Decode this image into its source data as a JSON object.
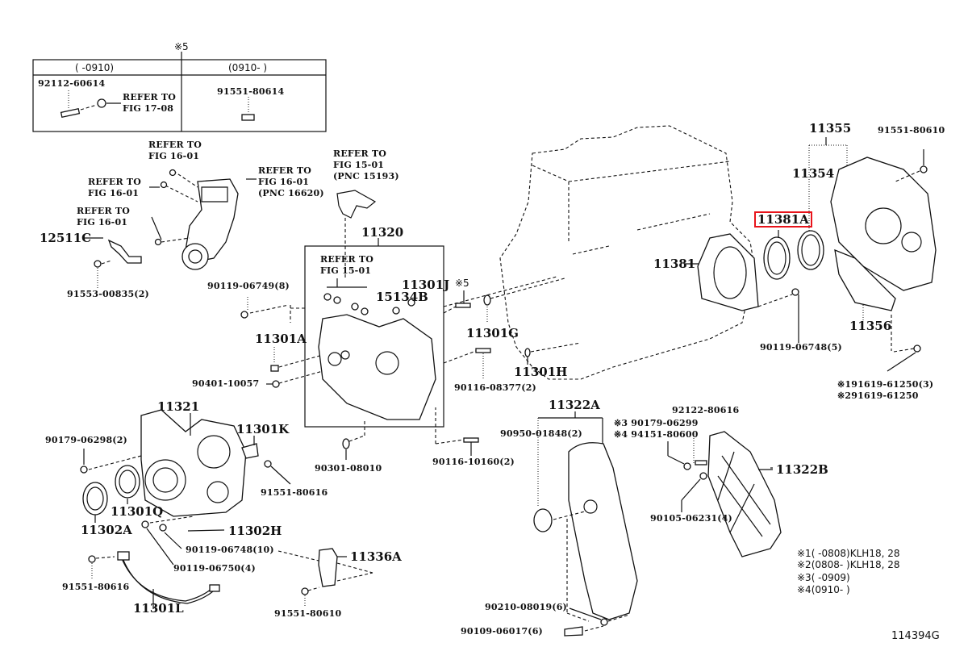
{
  "diagram": {
    "id": "114394G",
    "highlight_color": "#e8141b",
    "top_table": {
      "marker": "※5",
      "columns": [
        {
          "header": "(      -0910)",
          "part": "92112-60614",
          "ref_line1": "REFER TO",
          "ref_line2": "FIG 17-08"
        },
        {
          "header": "(0910-      )",
          "part": "91551-80614"
        }
      ]
    },
    "refs": {
      "fig1601_a": [
        "REFER TO",
        "FIG 16-01"
      ],
      "fig1601_b": [
        "REFER TO",
        "FIG 16-01"
      ],
      "fig1601_c": [
        "REFER TO",
        "FIG 16-01"
      ],
      "fig1601_pnc": [
        "REFER TO",
        "FIG 16-01",
        "(PNC 16620)"
      ],
      "fig1501_pnc": [
        "REFER TO",
        "FIG 15-01",
        "(PNC 15193)"
      ],
      "fig1501_inner": [
        "REFER TO",
        "FIG 15-01"
      ]
    },
    "parts": {
      "p12511C": "12511C",
      "p91553": "91553-00835(2)",
      "p90119_8": "90119-06749(8)",
      "p11320": "11320",
      "p11301J": "11301J",
      "p15134B": "15134B",
      "star5": "※5",
      "p11301A": "11301A",
      "p90401": "90401-10057",
      "p11301G": "11301G",
      "p11301H": "11301H",
      "p90116_083": "90116-08377(2)",
      "p90301": "90301-08010",
      "p90116_101": "90116-10160(2)",
      "p11321": "11321",
      "p90179_2": "90179-06298(2)",
      "p11301K": "11301K",
      "p91551_616a": "91551-80616",
      "p11301Q": "11301Q",
      "p11302A": "11302A",
      "p11302H": "11302H",
      "p90119_10": "90119-06748(10)",
      "p90119_4": "90119-06750(4)",
      "p11336A": "11336A",
      "p91551_616b": "91551-80616",
      "p11301L": "11301L",
      "p91551_610a": "91551-80610",
      "p11322A": "11322A",
      "p90950": "90950-01848(2)",
      "p90210": "90210-08019(6)",
      "p90109": "90109-06017(6)",
      "p92122": "92122-80616",
      "p90179_s3": "※3 90179-06299",
      "p94151_s4": "※4 94151-80600",
      "p90105": "90105-06231(4)",
      "p11322B": "11322B",
      "p11355": "11355",
      "p91551_610b": "91551-80610",
      "p11354": "11354",
      "p11381A": "11381A",
      "p11381": "11381",
      "p11356": "11356",
      "p90119_5": "90119-06748(5)",
      "p91619_s1": "※191619-61250(3)",
      "p91619_s2": "※291619-61250"
    },
    "notes": [
      "※1(       -0808)KLH18, 28",
      "※2(0808-       )KLH18, 28",
      "※3(       -0909)",
      "※4(0910-       )"
    ]
  }
}
